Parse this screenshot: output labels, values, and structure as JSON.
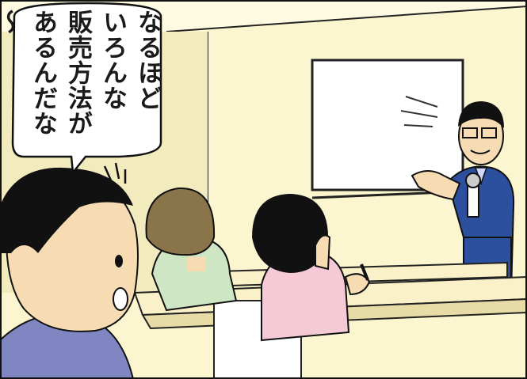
{
  "speech_bubble": {
    "lines": [
      "なるほど",
      "いろんな",
      "販売方法が",
      "あるんだな～"
    ]
  },
  "colors": {
    "wall": "#fbf6cf",
    "wall_shade": "#ece6b4",
    "whiteboard": "#ffffff",
    "presenter_suit": "#2c4f9e",
    "listener_shirt": "#7f86c2",
    "girl1_shirt": "#cfe6c5",
    "girl2_shirt": "#f5c9d5",
    "desk": "#fbf1c8"
  },
  "icons": [
    "speech-bubble",
    "whiteboard",
    "presenter",
    "listener",
    "microphone",
    "pen"
  ]
}
